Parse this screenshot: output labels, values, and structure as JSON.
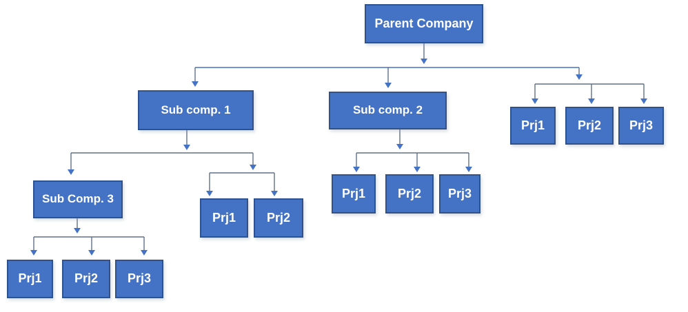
{
  "diagram_type": "org-chart",
  "colors": {
    "background": "#FFFFFF",
    "node_fill": "#4472C4",
    "node_border": "#2F528F",
    "node_text": "#FFFFFF",
    "connector_line": "#5F6F8A",
    "connector_arrow": "#4472C4"
  },
  "tree": {
    "label": "Parent Company",
    "children": [
      {
        "label": "Sub comp. 1",
        "children": [
          {
            "label": "Sub Comp. 3",
            "children": [
              {
                "label": "Prj1"
              },
              {
                "label": "Prj2"
              },
              {
                "label": "Prj3"
              }
            ]
          },
          {
            "label": "Prj1"
          },
          {
            "label": "Prj2"
          }
        ]
      },
      {
        "label": "Sub comp. 2",
        "children": [
          {
            "label": "Prj1"
          },
          {
            "label": "Prj2"
          },
          {
            "label": "Prj3"
          }
        ]
      },
      {
        "label": "Prj1"
      },
      {
        "label": "Prj2"
      },
      {
        "label": "Prj3"
      }
    ]
  }
}
